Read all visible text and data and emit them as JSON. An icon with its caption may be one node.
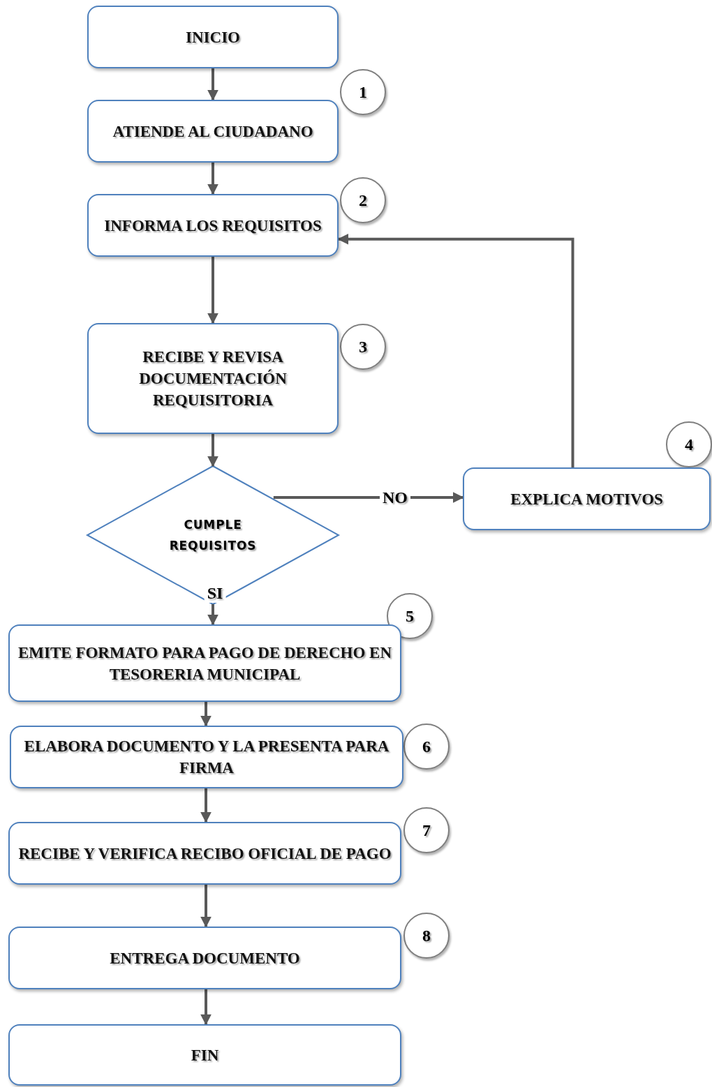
{
  "diagram": {
    "nodes": [
      {
        "text": [
          "INICIO"
        ]
      },
      {
        "text": [
          "1"
        ]
      },
      {
        "text": [
          "ATIENDE AL CIUDADANO"
        ]
      },
      {
        "text": [
          "2"
        ]
      },
      {
        "text": [
          "INFORMA LOS REQUISITOS"
        ]
      },
      {
        "text": [
          "3"
        ]
      },
      {
        "text": [
          "RECIBE Y REVISA DOCUMENTACIÓN REQUISITORIA"
        ]
      },
      {
        "text": [
          "CUMPLE REQUISITOS"
        ]
      },
      {
        "text": [
          "4"
        ]
      },
      {
        "text": [
          "EXPLICA MOTIVOS"
        ]
      },
      {
        "text": [
          "5"
        ]
      },
      {
        "text": [
          "EMITE FORMATO PARA PAGO DE DERECHO EN TESORERIA MUNICIPAL"
        ]
      },
      {
        "text": [
          "6"
        ]
      },
      {
        "text": [
          "ELABORA DOCUMENTO Y LA PRESENTA PARA FIRMA"
        ]
      },
      {
        "text": [
          "7"
        ]
      },
      {
        "text": [
          "RECIBE Y VERIFICA RECIBO OFICIAL DE PAGO"
        ]
      },
      {
        "text": [
          "8"
        ]
      },
      {
        "text": [
          "ENTREGA DOCUMENTO"
        ]
      },
      {
        "text": [
          "FIN"
        ]
      }
    ],
    "edges": [
      {
        "from": 0,
        "to": 2,
        "arrow": "to"
      },
      {
        "from": 2,
        "to": 4,
        "arrow": "to"
      },
      {
        "from": 4,
        "to": 6,
        "arrow": "to"
      },
      {
        "from": 6,
        "to": 7,
        "arrow": "to"
      },
      {
        "from": 7,
        "to": 9,
        "arrow": "to",
        "label": "NO"
      },
      {
        "from": 9,
        "to": 4,
        "arrow": "to"
      },
      {
        "from": 7,
        "to": 11,
        "arrow": "to",
        "label": "SI"
      },
      {
        "from": 11,
        "to": 13,
        "arrow": "to"
      },
      {
        "from": 13,
        "to": 15,
        "arrow": "to"
      },
      {
        "from": 15,
        "to": 17,
        "arrow": "to"
      },
      {
        "from": 17,
        "to": 18,
        "arrow": "to"
      }
    ]
  }
}
